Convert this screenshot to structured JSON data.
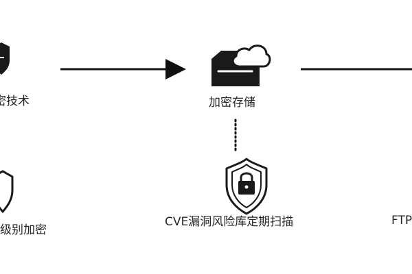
{
  "colors": {
    "stroke": "#111111",
    "icon_fill": "#1a1a1a",
    "cloud_fill": "#ffffff",
    "text": "#262626"
  },
  "nodes": {
    "encryption_tech": {
      "label": "密技术",
      "icon": "shield-icon"
    },
    "encrypted_storage": {
      "label": "加密存储",
      "icon": "cloud-storage-icon"
    },
    "level_encryption": {
      "label": "级别加密",
      "icon": "shield-outline-icon"
    },
    "cve_scan": {
      "label": "CVE漏洞风险库定期扫描",
      "icon": "shield-lock-icon"
    },
    "ftp": {
      "label": "FTP",
      "icon": ""
    }
  },
  "connections": [
    {
      "from": "encryption_tech",
      "to": "encrypted_storage",
      "style": "arrow"
    },
    {
      "from": "encrypted_storage",
      "to": "cve_scan",
      "style": "dotted"
    },
    {
      "from": "encrypted_storage",
      "to": "ftp",
      "style": "line"
    }
  ]
}
